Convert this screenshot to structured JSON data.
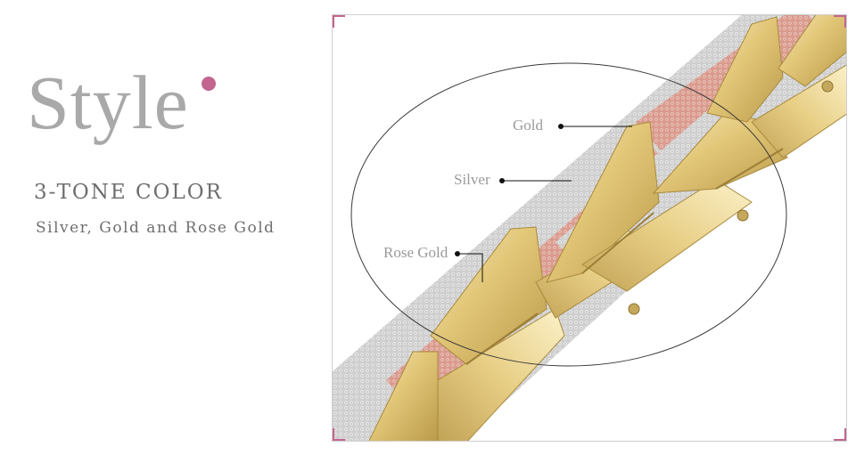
{
  "brand": {
    "heading": "Style",
    "subtitle": "3-TONE COLOR",
    "caption": "Silver, Gold and Rose Gold"
  },
  "callouts": [
    {
      "label": "Gold"
    },
    {
      "label": "Silver"
    },
    {
      "label": "Rose Gold"
    }
  ],
  "colors": {
    "accent": "#c2658f",
    "text": "#6e6e6e",
    "heading": "#a9a9a9",
    "gold": "#e6d08a",
    "gold_dark": "#b99a4a",
    "silver": "#d9d9d9",
    "rose_gold": "#e3ab9f"
  },
  "image": {
    "subject": "three-tone link bracelet close-up"
  }
}
